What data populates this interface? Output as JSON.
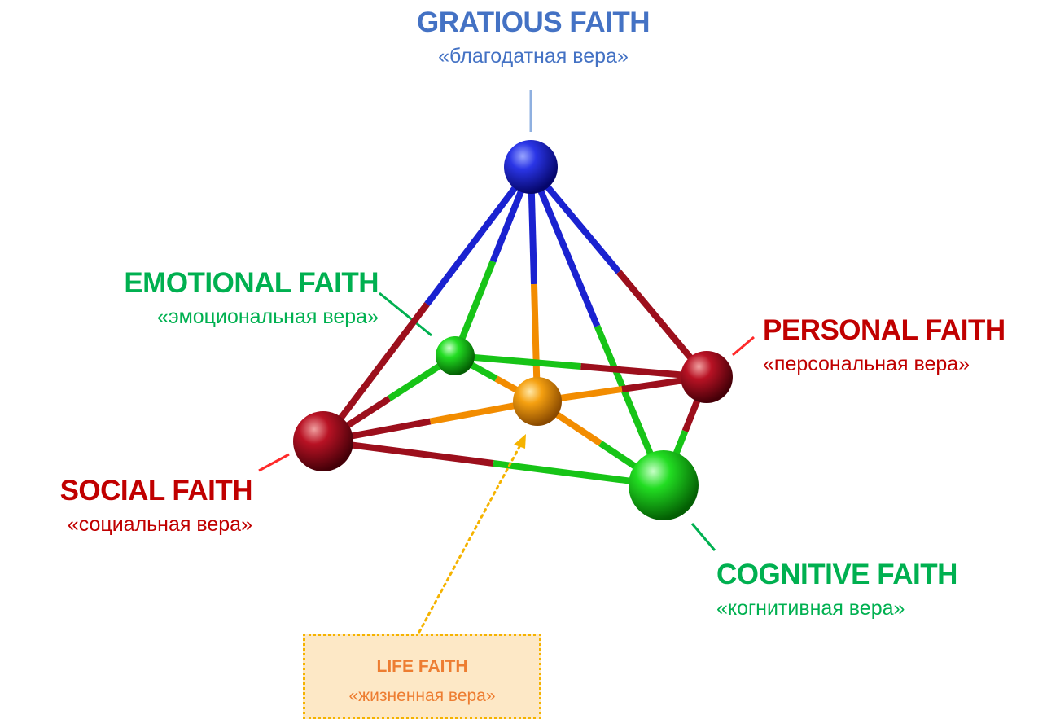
{
  "colors": {
    "blue": "#4472c4",
    "green": "#00b050",
    "red": "#c00000",
    "orange": "#ed7d31",
    "life_box_fill": "#fde8c6",
    "life_box_border": "#f5b300",
    "connector_blue": "#8fb0e0"
  },
  "nodes": {
    "gracious": {
      "title": "GRATIOUS FAITH",
      "subtitle": "«благодатная вера»",
      "color": "blue"
    },
    "emotional": {
      "title": "EMOTIONAL FAITH",
      "subtitle": "«эмоциональная вера»",
      "color": "green"
    },
    "personal": {
      "title": "PERSONAL FAITH",
      "subtitle": "«персональная вера»",
      "color": "red"
    },
    "social": {
      "title": "SOCIAL FAITH",
      "subtitle": "«социальная вера»",
      "color": "red"
    },
    "cognitive": {
      "title": "COGNITIVE FAITH",
      "subtitle": "«когнитивная вера»",
      "color": "green"
    },
    "life": {
      "title": "LIFE FAITH",
      "subtitle": "«жизненная вера»",
      "color": "orange"
    }
  },
  "edges": [
    [
      "gracious",
      "emotional"
    ],
    [
      "gracious",
      "life"
    ],
    [
      "gracious",
      "personal"
    ],
    [
      "gracious",
      "social"
    ],
    [
      "gracious",
      "cognitive"
    ],
    [
      "emotional",
      "life"
    ],
    [
      "emotional",
      "personal"
    ],
    [
      "emotional",
      "social"
    ],
    [
      "social",
      "life"
    ],
    [
      "social",
      "cognitive"
    ],
    [
      "life",
      "personal"
    ],
    [
      "life",
      "cognitive"
    ],
    [
      "personal",
      "cognitive"
    ]
  ]
}
